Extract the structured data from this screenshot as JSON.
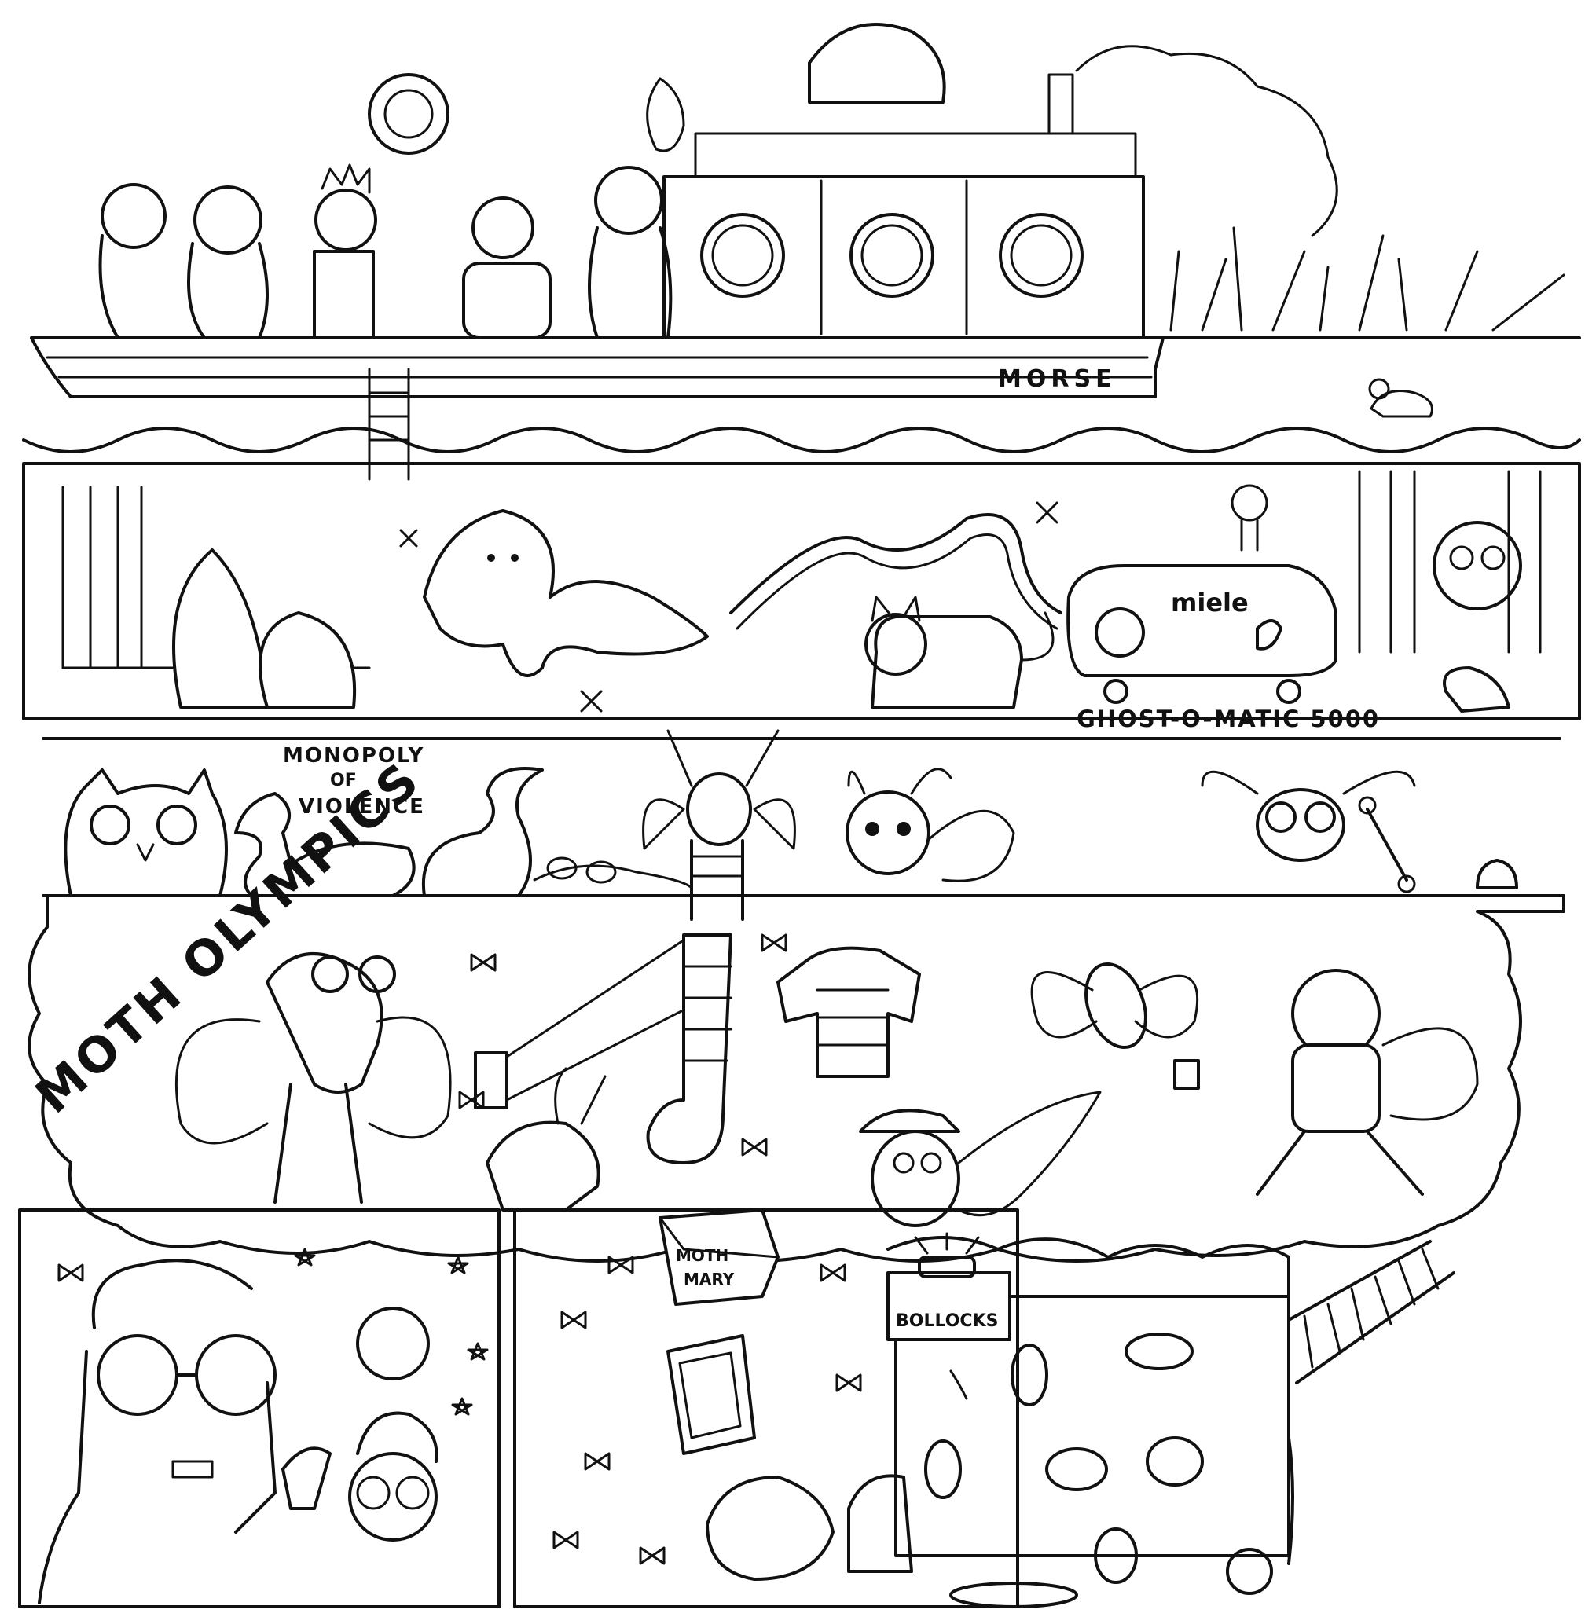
{
  "labels": {
    "boat_name": "MORSE",
    "vacuum_brand": "miele",
    "machine_name": "GHOST-O-MATIC 5000",
    "swan_sign_1": "MONOPOLY",
    "swan_sign_2": "OF",
    "swan_sign_3": "VIOLENCE",
    "banner": "MOTH OLYMPICS",
    "box_1": "MOTH",
    "box_2": "MARY",
    "button_label": "BOLLOCKS"
  },
  "colors": {
    "ink": "#111111",
    "paper": "#ffffff"
  }
}
